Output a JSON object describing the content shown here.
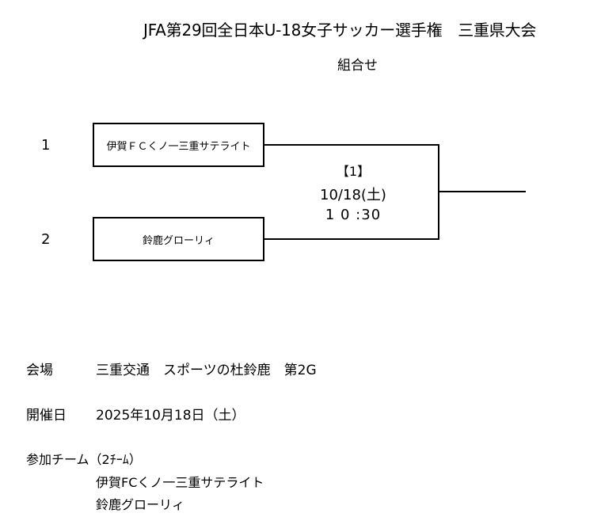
{
  "header": {
    "title": "JFA第29回全日本U-18女子サッカー選手権　三重県大会",
    "subtitle": "組合せ"
  },
  "bracket": {
    "entries": [
      {
        "seed": "1",
        "team": "伊賀ＦＣくノ一三重サテライト"
      },
      {
        "seed": "2",
        "team": "鈴鹿グローリィ"
      }
    ],
    "match": {
      "number": "【1】",
      "date": "10/18(土)",
      "time": "1 0 :30"
    }
  },
  "info": {
    "venue_label": "会場",
    "venue_value": "三重交通　スポーツの杜鈴鹿　第2G",
    "date_label": "開催日",
    "date_value": "2025年10月18日（土）",
    "teams_label": "参加チーム（2ﾁｰﾑ）",
    "teams": [
      "伊賀FCくノ一三重サテライト",
      "鈴鹿グローリィ"
    ]
  }
}
